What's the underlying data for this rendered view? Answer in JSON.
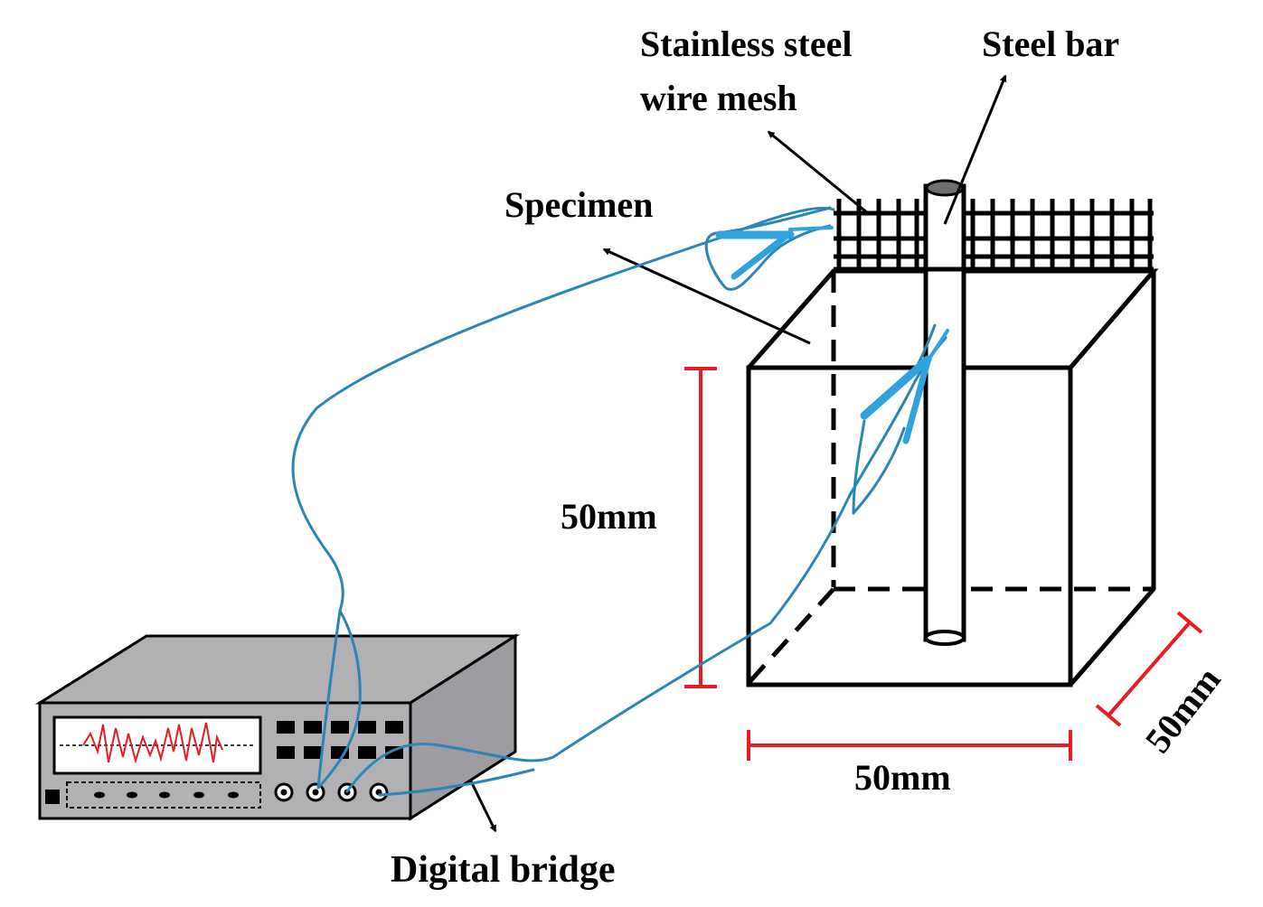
{
  "labels": {
    "mesh_line1": "Stainless steel",
    "mesh_line2": "wire mesh",
    "steel_bar": "Steel bar",
    "specimen": "Specimen",
    "dim_height": "50mm",
    "dim_width": "50mm",
    "dim_depth": "50mm",
    "bridge": "Digital bridge"
  },
  "colors": {
    "dimension": "#e81c24",
    "wire": "#2b86b8",
    "clip": "#2fa3dc",
    "device_body": "#b1b0b3",
    "display_wave": "#e81c24"
  },
  "icons": {
    "device": "digital-bridge-device",
    "waveform": "display-waveform"
  }
}
